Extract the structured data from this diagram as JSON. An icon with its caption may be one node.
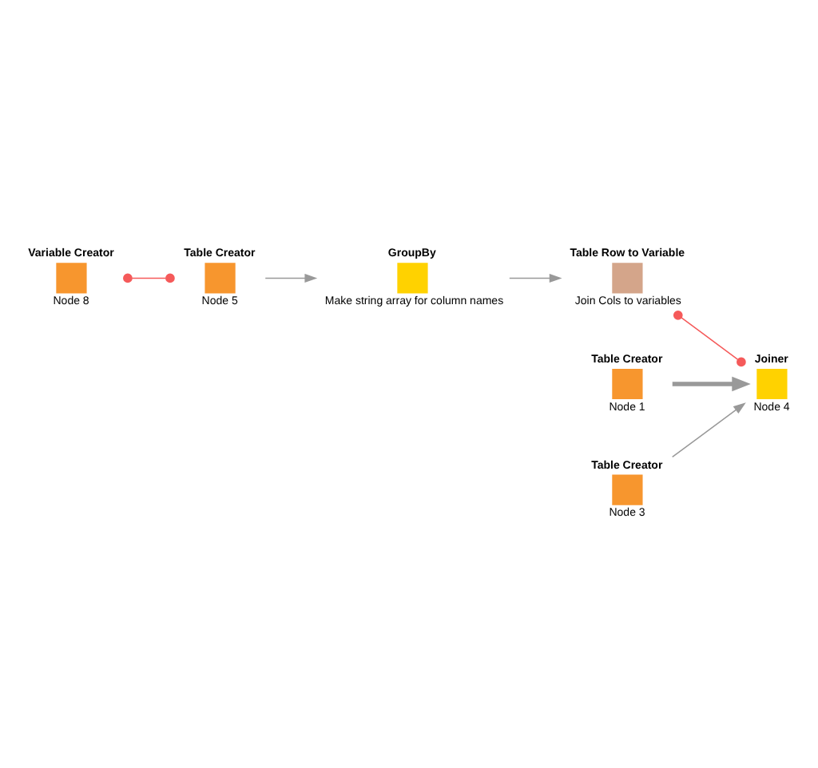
{
  "diagram": {
    "nodes": [
      {
        "text": [
          "Variable Creator",
          "Node 8"
        ]
      },
      {
        "text": [
          "Table Creator",
          "Node 5"
        ]
      },
      {
        "text": [
          "GroupBy",
          "Make string array for column names"
        ]
      },
      {
        "text": [
          "Table Row to Variable",
          "Join Cols to variables"
        ]
      },
      {
        "text": [
          "Table Creator",
          "Node 1"
        ]
      },
      {
        "text": [
          "Joiner",
          "Node 4"
        ]
      },
      {
        "text": [
          "Table Creator",
          "Node 3"
        ]
      }
    ],
    "edges": [
      {
        "from": 0,
        "to": 1,
        "arrow": "other",
        "color": "#f55a5a"
      },
      {
        "from": 1,
        "to": 2,
        "arrow": "to"
      },
      {
        "from": 2,
        "to": 3,
        "arrow": "to"
      },
      {
        "from": 3,
        "to": 5,
        "arrow": "other",
        "color": "#f55a5a"
      },
      {
        "from": 4,
        "to": 5,
        "arrow": "to",
        "style": "thick"
      },
      {
        "from": 6,
        "to": 5,
        "arrow": "to"
      }
    ]
  }
}
